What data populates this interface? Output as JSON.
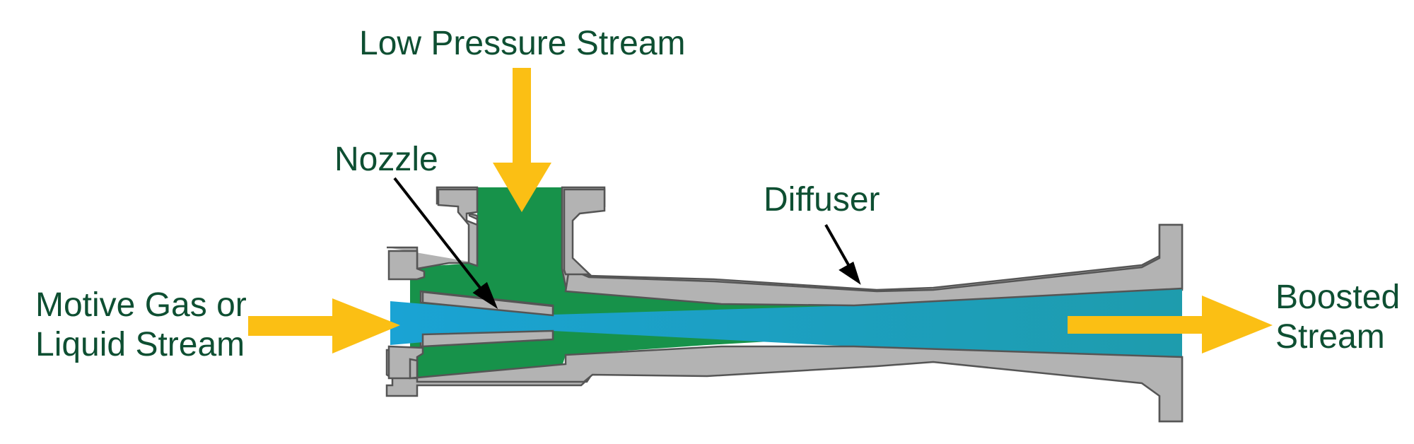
{
  "labels": {
    "low_pressure": "Low Pressure Stream",
    "nozzle": "Nozzle",
    "diffuser": "Diffuser",
    "motive_line1": "Motive Gas or",
    "motive_line2": "Liquid Stream",
    "boosted_line1": "Boosted",
    "boosted_line2": "Stream"
  },
  "colors": {
    "label_text": "#0e4f32",
    "arrow_flow": "#fbbf14",
    "body_steel": "#b3b3b3",
    "body_outline": "#555555",
    "low_pressure_fluid": "#17924a",
    "motive_fluid": "#1aa3d4",
    "pointer_arrow": "#000000"
  }
}
